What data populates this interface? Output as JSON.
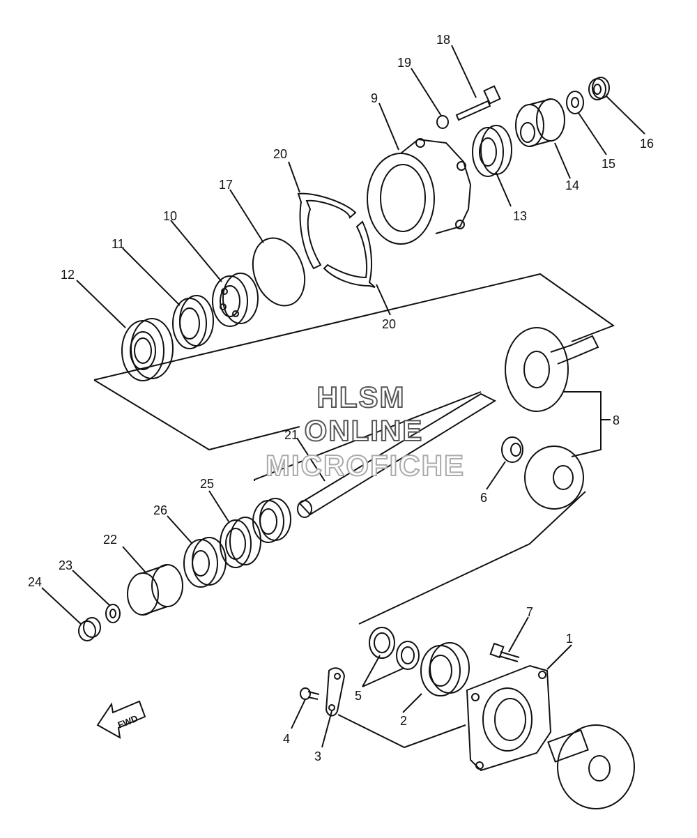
{
  "watermark": {
    "line1": "HLSM",
    "line2": "ONLINE",
    "line3": "MICROFICHE"
  },
  "fwd_label": "FWD",
  "callouts": [
    {
      "id": "1",
      "label": "1"
    },
    {
      "id": "2",
      "label": "2"
    },
    {
      "id": "3",
      "label": "3"
    },
    {
      "id": "4",
      "label": "4"
    },
    {
      "id": "5",
      "label": "5"
    },
    {
      "id": "6",
      "label": "6"
    },
    {
      "id": "7",
      "label": "7"
    },
    {
      "id": "8",
      "label": "8"
    },
    {
      "id": "9",
      "label": "9"
    },
    {
      "id": "10",
      "label": "10"
    },
    {
      "id": "11",
      "label": "11"
    },
    {
      "id": "12",
      "label": "12"
    },
    {
      "id": "13",
      "label": "13"
    },
    {
      "id": "14",
      "label": "14"
    },
    {
      "id": "15",
      "label": "15"
    },
    {
      "id": "16",
      "label": "16"
    },
    {
      "id": "17",
      "label": "17"
    },
    {
      "id": "18",
      "label": "18"
    },
    {
      "id": "19",
      "label": "19"
    },
    {
      "id": "20a",
      "label": "20"
    },
    {
      "id": "20b",
      "label": "20"
    },
    {
      "id": "21",
      "label": "21"
    },
    {
      "id": "22",
      "label": "22"
    },
    {
      "id": "23",
      "label": "23"
    },
    {
      "id": "24",
      "label": "24"
    },
    {
      "id": "25",
      "label": "25"
    },
    {
      "id": "26",
      "label": "26"
    }
  ]
}
